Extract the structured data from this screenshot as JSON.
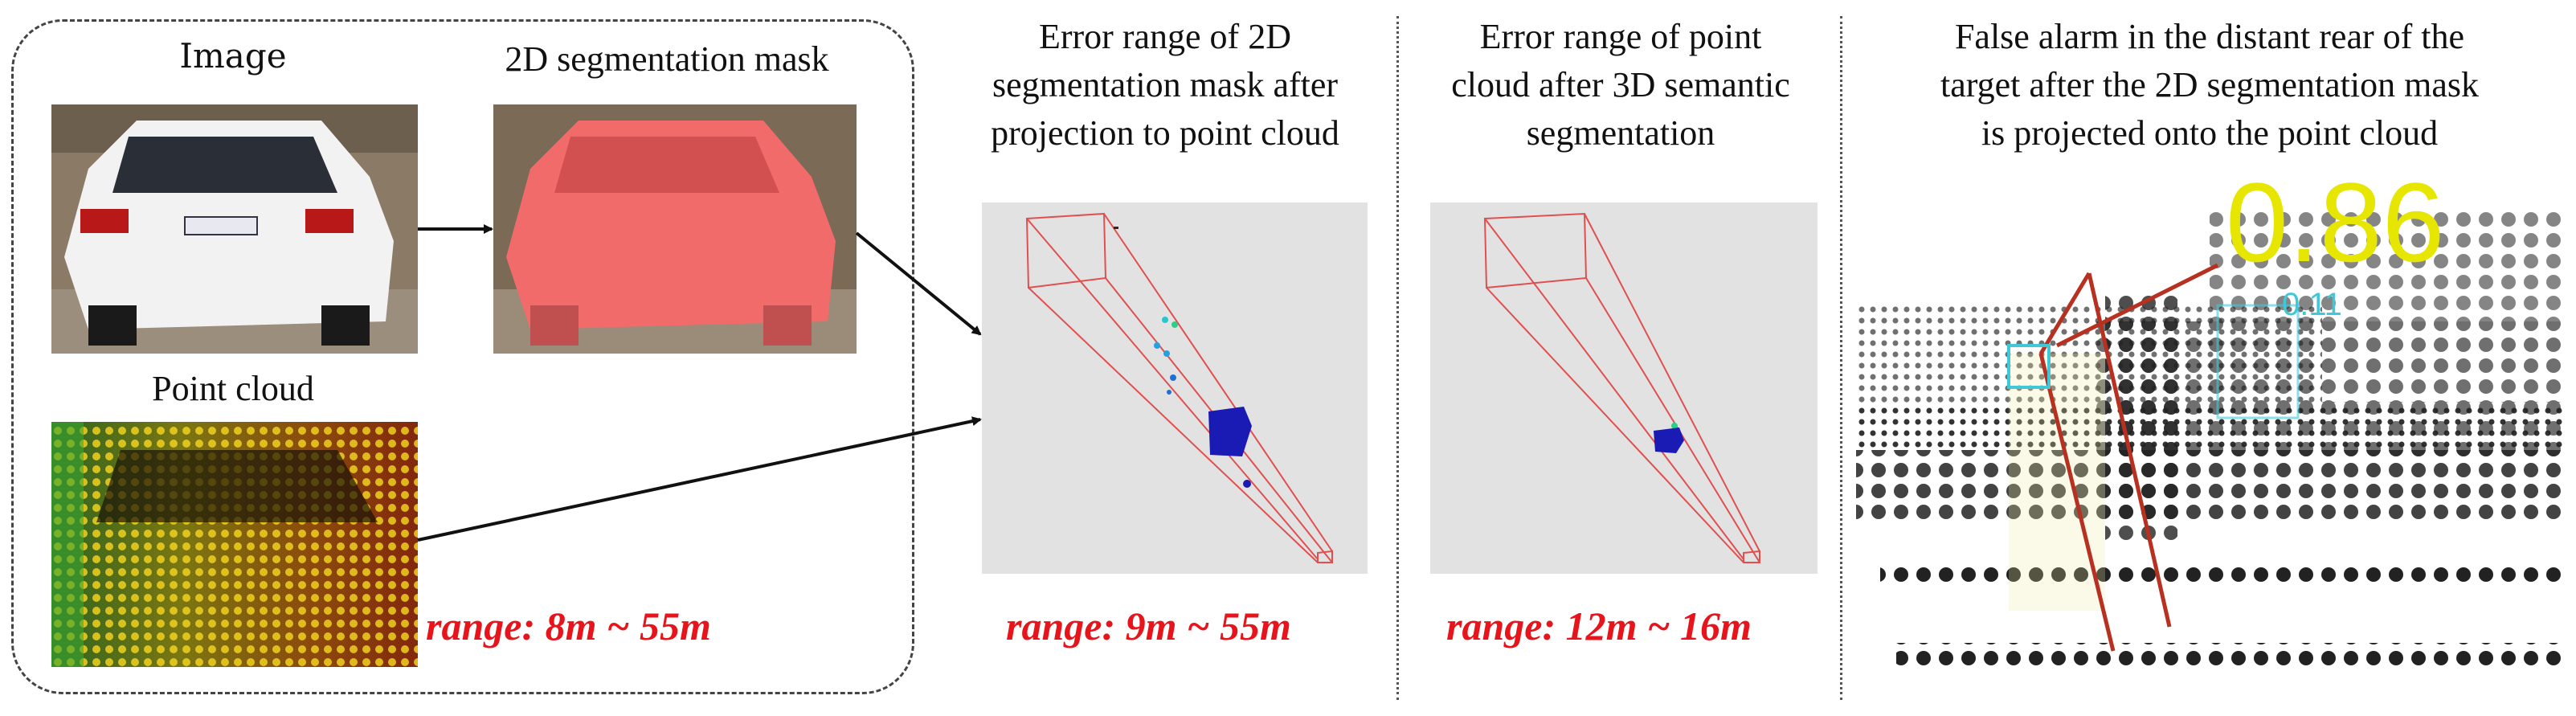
{
  "labels": {
    "image": "Image",
    "mask": "2D segmentation mask",
    "point_cloud": "Point cloud",
    "panel2": "Error range of 2D\nsegmentation mask after\nprojection to point cloud",
    "panel3": "Error range of point\ncloud after 3D semantic\nsegmentation",
    "panel4": "False alarm in the distant rear of the\ntarget after the 2D segmentation mask\nis projected onto the point cloud"
  },
  "ranges": {
    "input": "range: 8m ~ 55m",
    "projection": "range: 9m ~ 55m",
    "semantic": "range: 12m ~ 16m"
  },
  "score": {
    "main": "0.86",
    "secondary": "0.11"
  },
  "colors": {
    "range_text": "#e8141c",
    "mask_red": "#f26b6b",
    "frustum": "#e05050",
    "score_yellow": "#e6e600",
    "score_cyan": "#40c8d8",
    "panel_bg": "#e2e2e2",
    "points_blue": "#1a1ab4",
    "points_cyan": "#26c8d0",
    "points_dark": "#2a2a2a"
  },
  "icons": [
    "arrow-icon"
  ]
}
